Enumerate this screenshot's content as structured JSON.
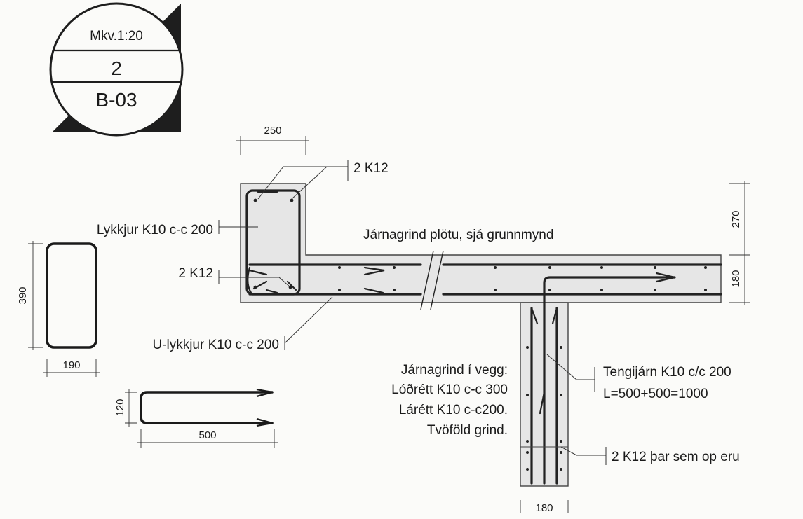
{
  "title_block": {
    "scale": "Mkv.1:20",
    "number": "2",
    "sheet": "B-03"
  },
  "labels": {
    "top_bars": "2 K12",
    "slab_reinforcement": "Járnagrind plötu, sjá grunnmynd",
    "stirrups": "Lykkjur K10 c-c 200",
    "bottom_bars": "2 K12",
    "u_stirrups": "U-lykkjur K10 c-c 200",
    "wall_reinforcement": [
      "Járnagrind í vegg:",
      "Lóðrétt K10 c-c 300",
      "Lárétt K10 c-c200.",
      "Tvöföld grind."
    ],
    "starter_bars": [
      "Tengijárn K10 c/c 200",
      "L=500+500=1000"
    ],
    "opening_bars": "2 K12 þar sem op eru"
  },
  "dimensions": {
    "beam_width": "250",
    "upstand_height": "270",
    "slab_thickness": "180",
    "wall_thickness": "180",
    "stirrup_height": "390",
    "stirrup_width": "190",
    "u_height": "120",
    "u_length": "500"
  }
}
